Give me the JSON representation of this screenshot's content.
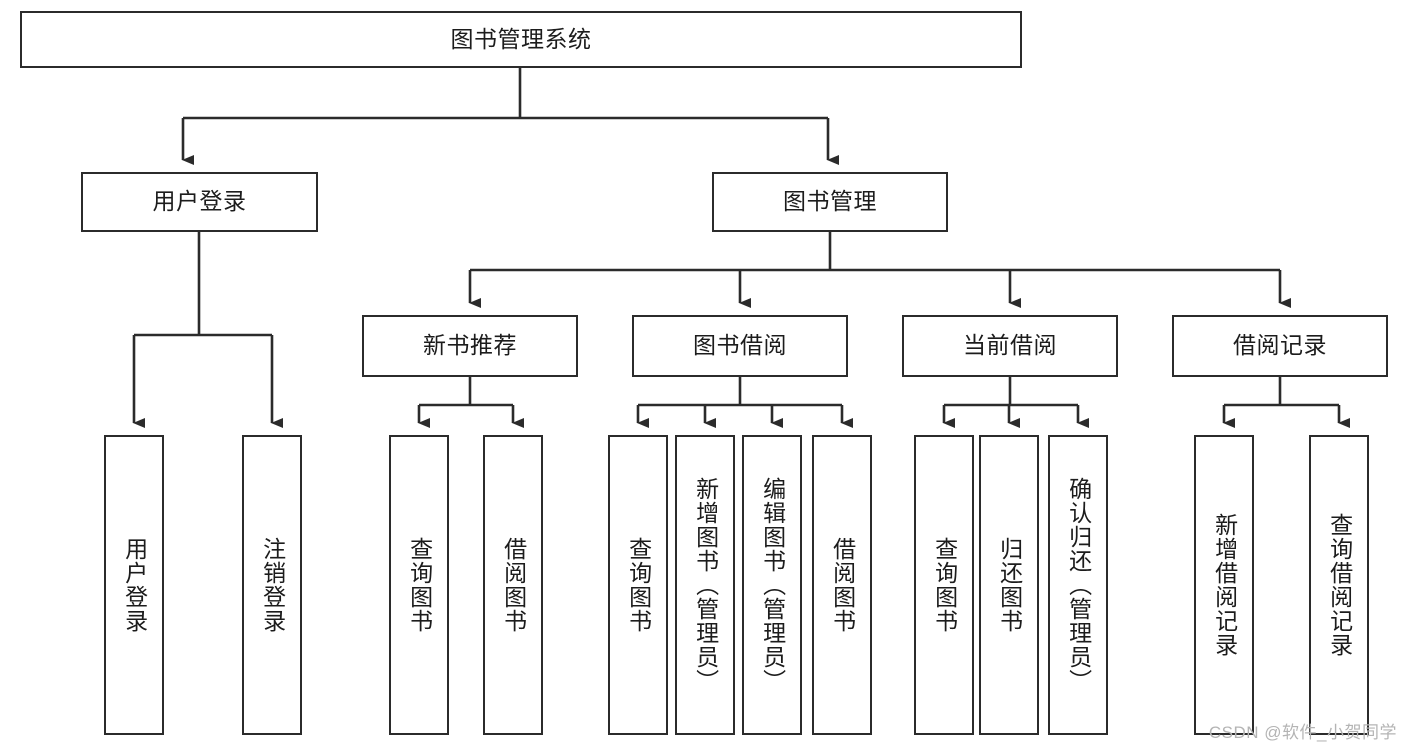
{
  "diagram": {
    "title": "图书管理系统",
    "watermark": "CSDN @软件_小贺同学",
    "colors": {
      "stroke": "#2b2b2b",
      "box_fill": "#ffffff",
      "text": "#1c1c1c",
      "watermark": "#b4b4b4",
      "background": "#ffffff"
    },
    "levels": {
      "root": {
        "label": "图书管理系统"
      },
      "level2": [
        {
          "label": "用户登录"
        },
        {
          "label": "图书管理"
        }
      ],
      "level3": [
        {
          "label": "新书推荐"
        },
        {
          "label": "图书借阅"
        },
        {
          "label": "当前借阅"
        },
        {
          "label": "借阅记录"
        }
      ],
      "leaves": {
        "user_login": [
          {
            "label": "用户登录"
          },
          {
            "label": "注销登录"
          }
        ],
        "new_book_recommend": [
          {
            "label": "查询图书"
          },
          {
            "label": "借阅图书"
          }
        ],
        "book_borrow": [
          {
            "label": "查询图书"
          },
          {
            "label": "新增图书（管理员）"
          },
          {
            "label": "编辑图书（管理员）"
          },
          {
            "label": "借阅图书"
          }
        ],
        "current_borrow": [
          {
            "label": "查询图书"
          },
          {
            "label": "归还图书"
          },
          {
            "label": "确认归还（管理员）"
          }
        ],
        "borrow_record": [
          {
            "label": "新增借阅记录"
          },
          {
            "label": "查询借阅记录"
          }
        ]
      }
    }
  }
}
